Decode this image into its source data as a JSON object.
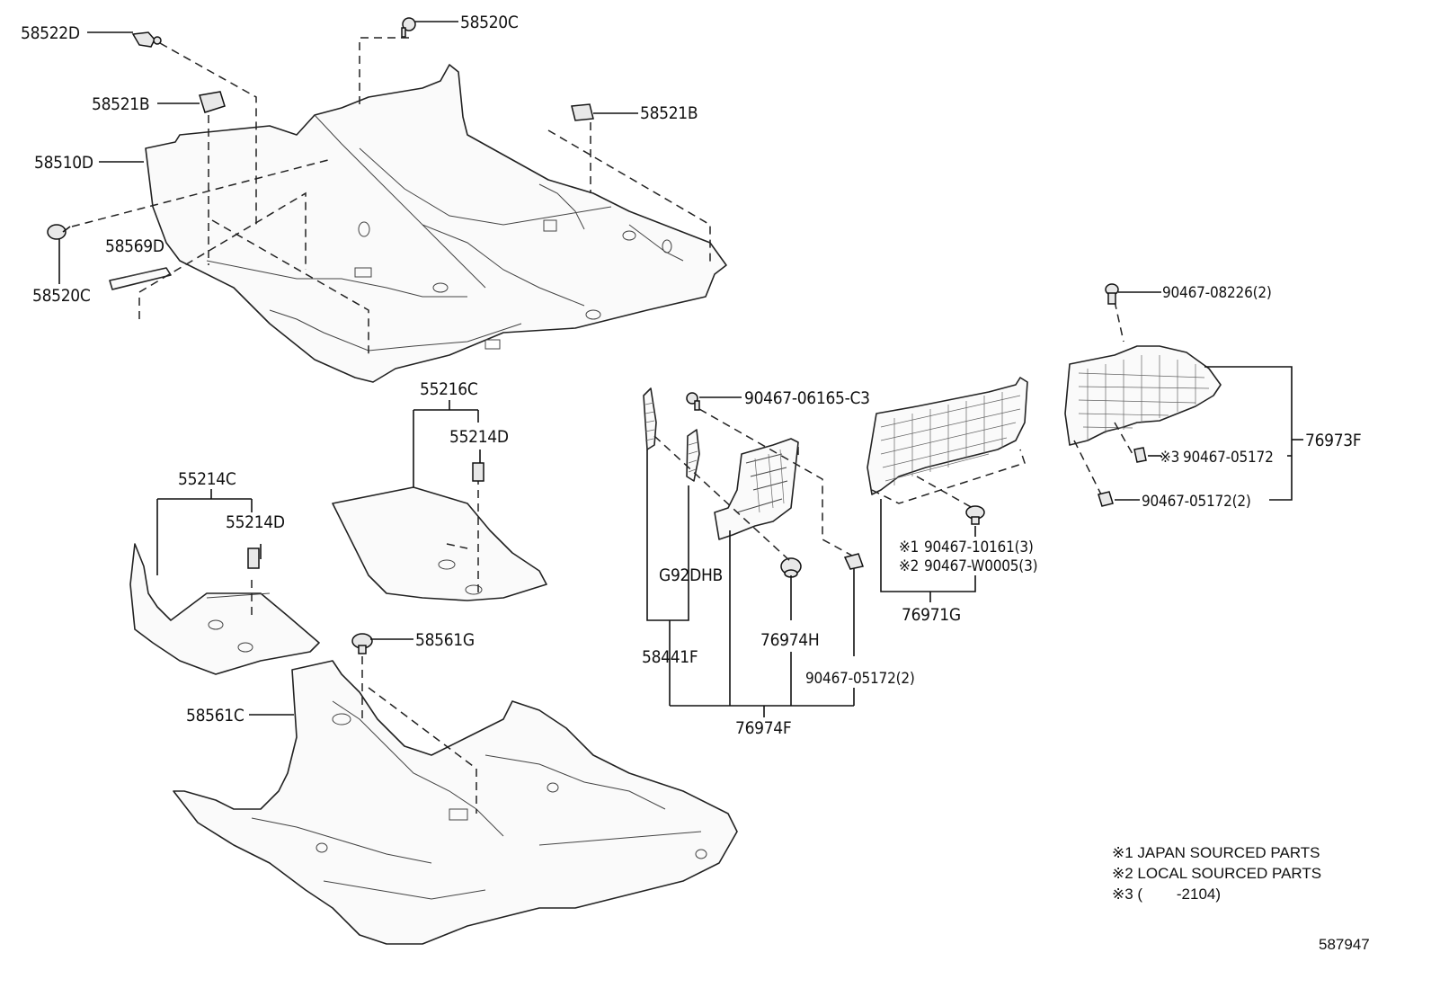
{
  "diagram_id": "587947",
  "labels": {
    "p58522D": "58522D",
    "p58520C_top": "58520C",
    "p58521B_left": "58521B",
    "p58521B_right": "58521B",
    "p58510D": "58510D",
    "p58569D": "58569D",
    "p58520C_left": "58520C",
    "p55216C": "55216C",
    "p55214D_right": "55214D",
    "p55214C": "55214C",
    "p55214D_left": "55214D",
    "p58561G": "58561G",
    "p58561C": "58561C",
    "p90467_06165_C3": "90467-06165-C3",
    "pG92DHB": "G92DHB",
    "p58441F": "58441F",
    "p76974H": "76974H",
    "p90467_05172_2_mid": "90467-05172(2)",
    "p76974F": "76974F",
    "p90467_10161_3": "90467-10161(3)",
    "p90467_W0005_3": "90467-W0005(3)",
    "p76971G": "76971G",
    "p90467_08226_2": "90467-08226(2)",
    "p90467_05172_s3": "90467-05172",
    "p90467_05172_2_right": "90467-05172(2)",
    "p76973F": "76973F"
  },
  "markers": {
    "m1": "※1",
    "m2": "※2",
    "m3": "※3"
  },
  "notes": {
    "n1": "※1 JAPAN SOURCED PARTS",
    "n2": "※2 LOCAL SOURCED PARTS",
    "n3": "※3 (        -2104)"
  }
}
